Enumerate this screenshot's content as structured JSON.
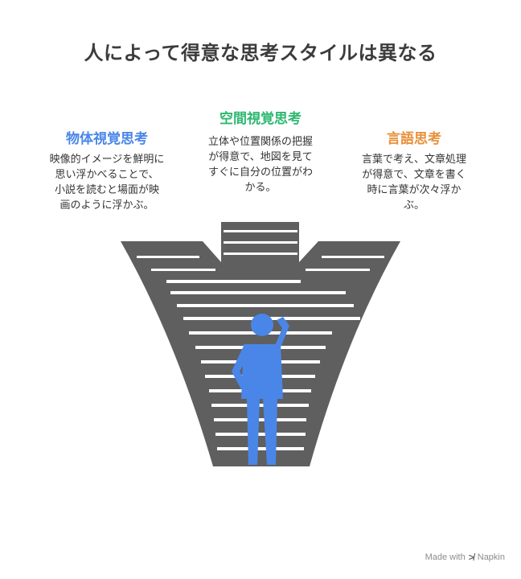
{
  "title": "人によって得意な思考スタイルは異なる",
  "styles": [
    {
      "heading": "物体視覚思考",
      "color": "#4a86e8",
      "lines": [
        "映像的イメージを鮮明に",
        "思い浮かべることで、",
        "小説を読むと場面が映",
        "画のように浮かぶ。"
      ]
    },
    {
      "heading": "空間視覚思考",
      "color": "#2db870",
      "lines": [
        "立体や位置関係の把握",
        "が得意で、地図を見て",
        "すぐに自分の位置がわ",
        "かる。"
      ]
    },
    {
      "heading": "言語思考",
      "color": "#e8913a",
      "lines": [
        "言葉で考え、文章処理",
        "が得意で、文章を書く",
        "時に言葉が次々浮か",
        "ぶ。"
      ]
    }
  ],
  "colors": {
    "stairs": "#5f5f5f",
    "step_face": "#ffffff",
    "person": "#4a86e8"
  },
  "icons": {
    "person": "thinking-person-icon",
    "brand": "napkin-logo-icon"
  },
  "footer": {
    "made_with": "Made with",
    "brand": "Napkin"
  }
}
